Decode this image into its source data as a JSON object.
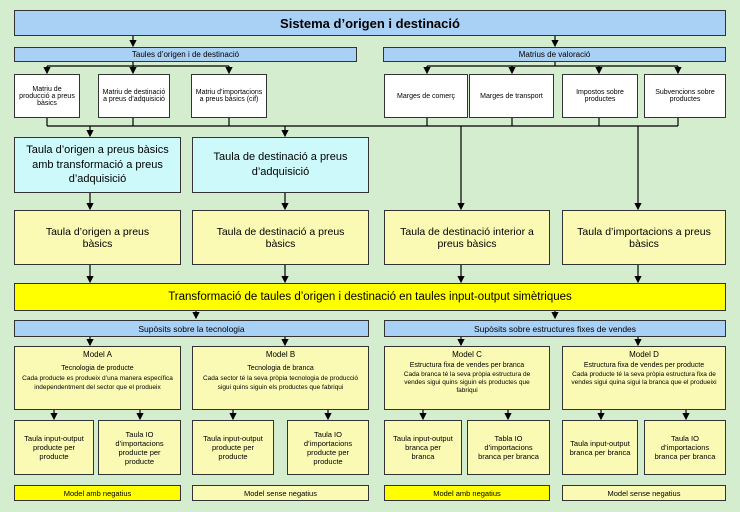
{
  "title": "Sistema d’origen i destinació",
  "left_header": "Taules d’origen i de destinació",
  "right_header": "Matrius de valoració",
  "matrices_left": [
    "Matriu de producció a preus bàsics",
    "Matriu de destinació a preus d’adquisició",
    "Matriu d’importacions a preus bàsics (cif)"
  ],
  "matrices_right": [
    "Marges de comerç",
    "Marges de transport",
    "Impostos sobre productes",
    "Subvencions sobre productes"
  ],
  "cyan_boxes": [
    "Taula d’origen a preus bàsics amb transformació a preus d’adquisició",
    "Taula de destinació a preus d’adquisició"
  ],
  "basic_tables": [
    "Taula d’origen a preus bàsics",
    "Taula de destinació a preus bàsics",
    "Taula de destinació interior a preus bàsics",
    "Taula d’importacions a preus bàsics"
  ],
  "transformation": "Transformació de taules d’origen i destinació en taules input-output simètriques",
  "assumptions": [
    "Supòsits sobre la tecnologia",
    "Supòsits sobre estructures fixes de vendes"
  ],
  "models": [
    {
      "title": "Model A",
      "subtitle": "Tecnologia de producte",
      "desc": "Cada producte es produeix d’una manera específica independentment del sector que el produeix"
    },
    {
      "title": "Model B",
      "subtitle": "Tecnologia de branca",
      "desc": "Cada sector té la seva pròpia tecnologia de producció sigui quins siguin els productes que fabriqui"
    },
    {
      "title": "Model C",
      "subtitle": "Estructura fixa de vendes per branca",
      "desc": "Cada branca té la seva pròpia estructura de vendes sigui quins siguin els productes que fabriqui"
    },
    {
      "title": "Model D",
      "subtitle": "Estructura fixa de vendes per producte",
      "desc": "Cada producte té la seva pròpia estructura fixa de vendes sigui quina sigui la branca que el produeixi"
    }
  ],
  "result_tables": [
    "Taula input-output producte per producte",
    "Taula IO d’importacions producte per producte",
    "Taula input-output producte per producte",
    "Taula IO d’importacions producte per producte",
    "Taula input-output branca per branca",
    "Tabla IO d’importacions branca per branca",
    "Taula input-output branca per branca",
    "Taula IO d’importacions branca per branca"
  ],
  "footers": [
    "Model amb negatius",
    "Model sense negatius",
    "Model amb negatius",
    "Model sense negatius"
  ]
}
